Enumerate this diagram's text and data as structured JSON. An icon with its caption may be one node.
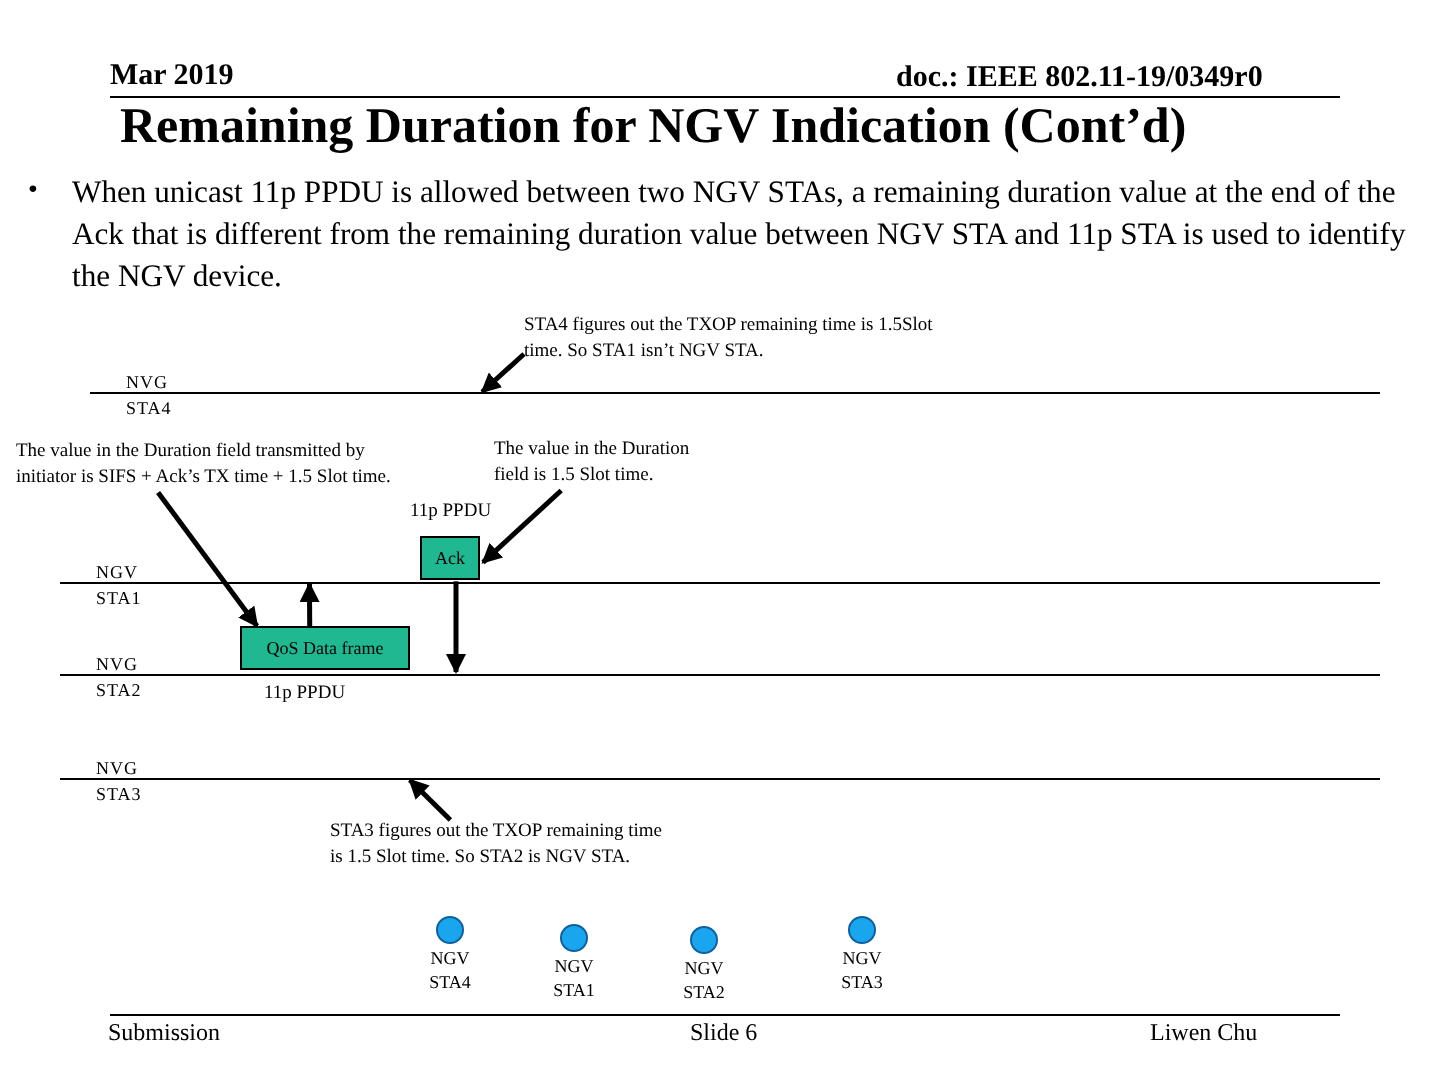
{
  "diagram": {
    "title": "Remaining Duration for NGV Indication (Cont’d)",
    "nodes": [
      {
        "text": [
          "STA4 figures out the TXOP remaining time is 1.5Slot time. So STA1 isn’t NGV STA."
        ]
      },
      {
        "text": [
          "NVG STA4"
        ]
      },
      {
        "text": [
          "The value in the Duration field transmitted by initiator is SIFS + Ack’s TX time + 1.5 Slot time."
        ]
      },
      {
        "text": [
          "The value in the Duration field is 1.5 Slot time."
        ]
      },
      {
        "text": [
          "Ack"
        ],
        "beside": [
          "11p PPDU"
        ]
      },
      {
        "text": [
          "NGV STA1"
        ]
      },
      {
        "text": [
          "QoS Data frame"
        ],
        "beside": [
          "11p PPDU"
        ]
      },
      {
        "text": [
          "NVG STA2"
        ]
      },
      {
        "text": [
          "NVG STA3"
        ]
      },
      {
        "text": [
          "STA3 figures out the TXOP remaining time is 1.5 Slot time. So STA2 is NGV STA."
        ]
      },
      {
        "text": [],
        "shape": "circle",
        "beside": [
          "NGV STA4"
        ]
      },
      {
        "text": [],
        "shape": "circle",
        "beside": [
          "NGV STA1"
        ]
      },
      {
        "text": [],
        "shape": "circle",
        "beside": [
          "NGV STA2"
        ]
      },
      {
        "text": [],
        "shape": "circle",
        "beside": [
          "NGV STA3"
        ]
      }
    ],
    "edges": [
      {
        "from": 0,
        "to": 1,
        "arrow": "to"
      },
      {
        "from": 2,
        "to": 6,
        "arrow": "to"
      },
      {
        "from": 3,
        "to": 4,
        "arrow": "to"
      },
      {
        "from": 6,
        "to": 5,
        "arrow": "to"
      },
      {
        "from": 4,
        "to": 7,
        "arrow": "to"
      },
      {
        "from": 9,
        "to": 8,
        "arrow": "to"
      }
    ],
    "labels": [
      "Mar 2019",
      "doc.: IEEE 802.11-19/0349r0",
      "•",
      "When unicast 11p PPDU is allowed between two NGV STAs, a remaining duration value at the end of the Ack that is different from the remaining duration value between NGV STA and 11p STA is used to identify the NGV device.",
      "Submission",
      "Slide 6",
      "Liwen Chu"
    ]
  }
}
